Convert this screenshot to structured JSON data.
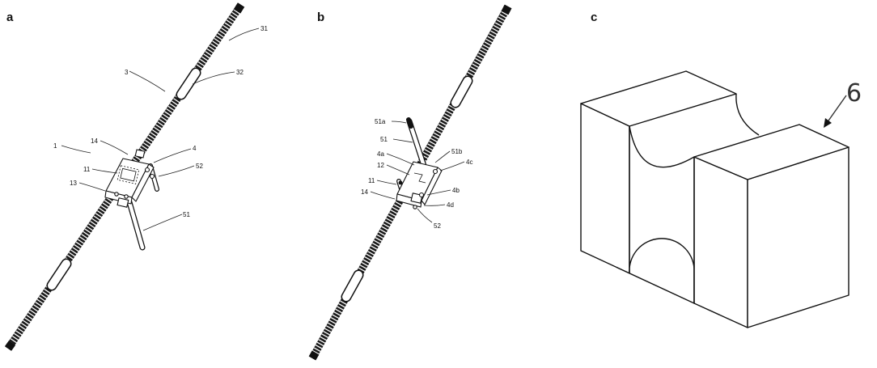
{
  "panels": [
    {
      "letter": "a",
      "labels": [
        "31",
        "3",
        "32",
        "1",
        "14",
        "4",
        "11",
        "52",
        "13",
        "51"
      ]
    },
    {
      "letter": "b",
      "labels": [
        "51a",
        "51",
        "4a",
        "51b",
        "12",
        "4c",
        "11",
        "4b",
        "14",
        "4d",
        "52"
      ]
    },
    {
      "letter": "c",
      "labels": [
        "6"
      ]
    }
  ]
}
